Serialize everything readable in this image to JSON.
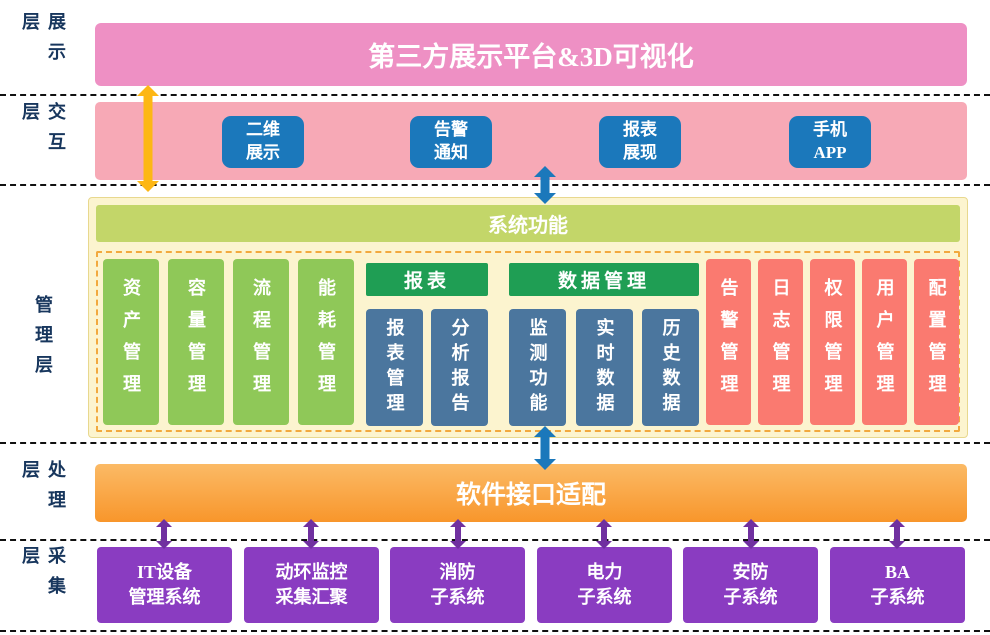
{
  "side_labels": [
    "展示层",
    "交互层",
    "管理层",
    "处理层",
    "采集层"
  ],
  "display_layer": {
    "title": "第三方展示平台&3D可视化"
  },
  "interaction_layer": {
    "buttons": [
      "二维\n展示",
      "告警\n通知",
      "报表\n展现",
      "手机\nAPP"
    ]
  },
  "management_layer": {
    "header": "系统功能",
    "left_boxes": [
      "资产管理",
      "容量管理",
      "流程管理",
      "能耗管理"
    ],
    "report_group": {
      "header": "报表",
      "items": [
        "报表管理",
        "分析报告"
      ]
    },
    "data_group": {
      "header": "数据管理",
      "items": [
        "监测功能",
        "实时数据",
        "历史数据"
      ]
    },
    "right_boxes": [
      "告警管理",
      "日志管理",
      "权限管理",
      "用户管理",
      "配置管理"
    ]
  },
  "processing_layer": {
    "title": "软件接口适配"
  },
  "collection_layer": {
    "systems": [
      "IT设备\n管理系统",
      "动环监控\n采集汇聚",
      "消防\n子系统",
      "电力\n子系统",
      "安防\n子系统",
      "BA\n子系统"
    ]
  },
  "colors": {
    "display_bar": "#ee90c4",
    "interaction_bar": "#f7a9b6",
    "blue_button": "#1b78bb",
    "mgmt_background": "#fcf4cf",
    "sysfunc_bar": "#c3d669",
    "green_box": "#8fc858",
    "group_header_green": "#1f9e54",
    "steel_blue_box": "#4b769e",
    "red_box": "#fa7a70",
    "orange_bar": "#f8962b",
    "purple_box": "#8a3cc1",
    "yellow_arrow": "#fdb714",
    "blue_arrow": "#1b78bb",
    "purple_arrow": "#7030a0"
  }
}
